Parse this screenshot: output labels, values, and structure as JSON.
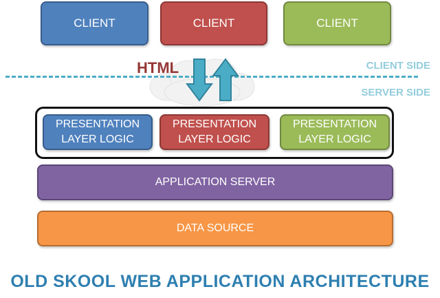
{
  "clients": [
    {
      "label": "CLIENT",
      "color": "#4f81bd"
    },
    {
      "label": "CLIENT",
      "color": "#c0504d"
    },
    {
      "label": "CLIENT",
      "color": "#9bbb59"
    }
  ],
  "transport": {
    "label": "HTML",
    "arrows": [
      "down-arrow-icon",
      "up-arrow-icon"
    ],
    "cloud": "cloud-icon"
  },
  "boundary": {
    "client_side_label": "CLIENT SIDE",
    "server_side_label": "SERVER SIDE"
  },
  "presentation_layers": [
    {
      "label": "PRESENTATION\nLAYER LOGIC",
      "color": "#4f81bd"
    },
    {
      "label": "PRESENTATION\nLAYER LOGIC",
      "color": "#c0504d"
    },
    {
      "label": "PRESENTATION\nLAYER LOGIC",
      "color": "#9bbb59"
    }
  ],
  "application_server": {
    "label": "APPLICATION SERVER",
    "color": "#8064a2"
  },
  "data_source": {
    "label": "DATA SOURCE",
    "color": "#f79646"
  },
  "title": "OLD SKOOL WEB APPLICATION ARCHITECTURE"
}
